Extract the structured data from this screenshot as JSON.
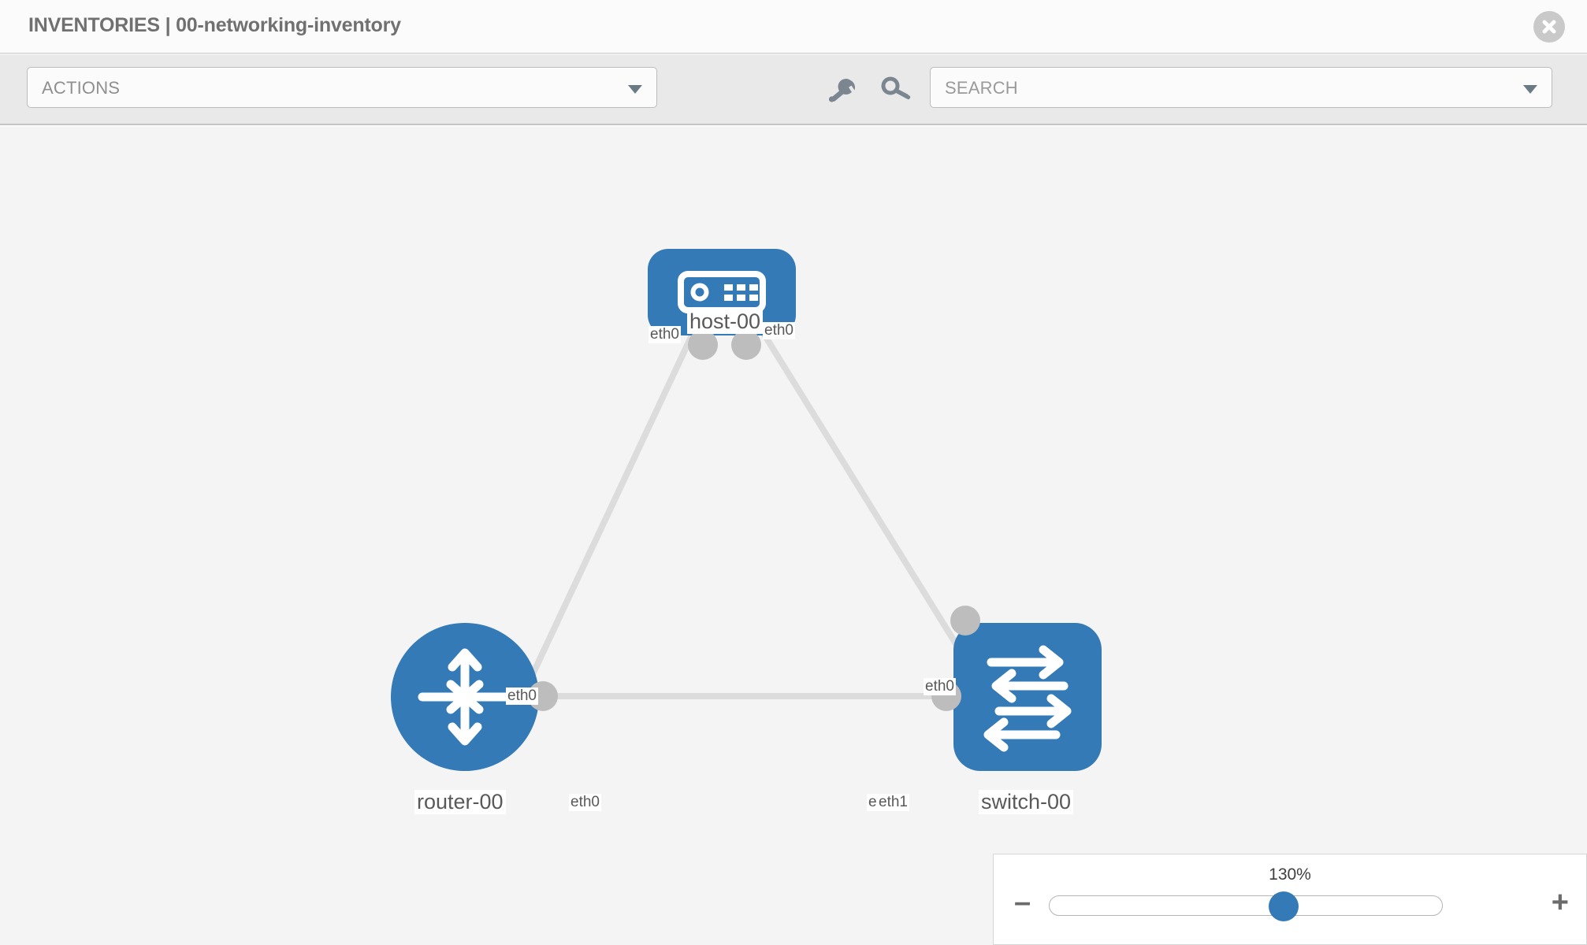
{
  "header": {
    "title": "INVENTORIES | 00-networking-inventory",
    "close_icon": "close-circle-icon"
  },
  "toolbar": {
    "actions_label": "ACTIONS",
    "actions_caret": "chevron-down-icon",
    "wrench_icon": "wrench-icon",
    "key_icon": "key-icon",
    "search_placeholder": "SEARCH",
    "search_caret": "chevron-down-icon"
  },
  "topology": {
    "nodes": [
      {
        "id": "host-00",
        "label": "host-00",
        "type": "host",
        "icon": "server-device-icon",
        "color": "#337ab7"
      },
      {
        "id": "router-00",
        "label": "router-00",
        "type": "router",
        "icon": "router-arrows-icon",
        "color": "#337ab7"
      },
      {
        "id": "switch-00",
        "label": "switch-00",
        "type": "switch",
        "icon": "switch-arrows-icon",
        "color": "#337ab7"
      }
    ],
    "links": [
      {
        "from": "host-00",
        "to": "router-00",
        "from_if": "eth0",
        "to_if": "eth0"
      },
      {
        "from": "host-00",
        "to": "switch-00",
        "from_if": "eth0",
        "to_if": "eth0"
      },
      {
        "from": "router-00",
        "to": "switch-00",
        "from_if": "eth0",
        "to_if": "eth1"
      }
    ],
    "interface_labels": {
      "host_left": "eth0",
      "host_right": "eth0",
      "router_up": "eth0",
      "switch_up": "eth0",
      "router_right": "eth0",
      "switch_left_hidden": "eth0",
      "switch_left": "eth1"
    },
    "link_color": "#dcdcdc",
    "connector_color": "#bdbdbd"
  },
  "zoom": {
    "percent": "130%",
    "minus_label": "–",
    "plus_label": "+"
  }
}
